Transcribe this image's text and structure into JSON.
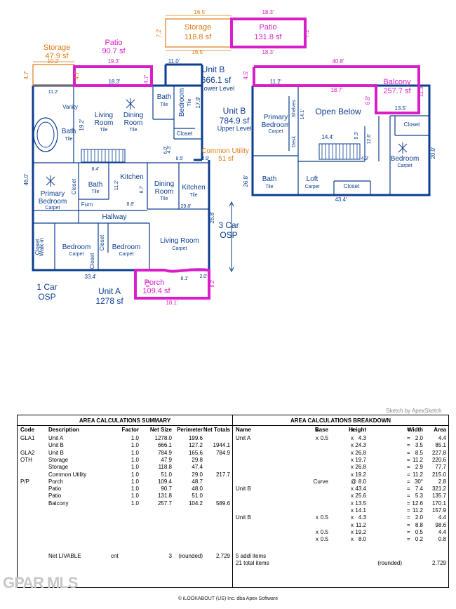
{
  "floorplan": {
    "unit_a": {
      "title": "Unit A",
      "area": "1278 sf"
    },
    "unit_b_lower": {
      "title": "Unit B",
      "area": "666.1 sf",
      "level": "Lower Level"
    },
    "unit_b_upper": {
      "title": "Unit B",
      "area": "784.9 sf",
      "level": "Upper Level"
    },
    "storage1": {
      "title": "Storage",
      "area": "47.9 sf"
    },
    "storage2": {
      "title": "Storage",
      "area": "118.8 sf"
    },
    "patio1": {
      "title": "Patio",
      "area": "90.7 sf"
    },
    "patio2": {
      "title": "Patio",
      "area": "131.8 sf"
    },
    "balcony": {
      "title": "Balcony",
      "area": "257.7 sf"
    },
    "porch": {
      "title": "Porch",
      "area": "109.4 sf"
    },
    "common_utility": {
      "title": "Common Utility",
      "area": "51 sf"
    },
    "osp3": {
      "line1": "3 Car",
      "line2": "OSP"
    },
    "osp1": {
      "line1": "1 Car",
      "line2": "OSP"
    },
    "rooms": {
      "living_room": "Living",
      "living_room2": "Room",
      "tile": "Tile",
      "carpet": "Carpet",
      "dining": "Dining",
      "room": "Room",
      "bath": "Bath",
      "vanity": "Vanity",
      "bedroom": "Bedroom",
      "closet": "Closet",
      "kitchen": "Kitchen",
      "hallway": "Hallway",
      "primary": "Primary",
      "furn": "Furn",
      "walkin": "Walk-in",
      "open_below": "Open Below",
      "loft": "Loft",
      "shelves": "Shelves",
      "desk": "Desk"
    },
    "dims": {
      "d16_5a": "16.5'",
      "d18_3a": "18.3'",
      "d7_2a": "7.2'",
      "d7_2b": "7.2'",
      "d16_5b": "16.5'",
      "d18_3b": "18.3'",
      "d10_2": "10.2'",
      "d19_3": "19.3'",
      "d4_7a": "4.7'",
      "d4_7b": "4.7'",
      "d18_3c": "18.3'",
      "d4_7c": "4.7'",
      "d11_0": "11.0'",
      "d11_2a": "11.2'",
      "d17_9": "17.9'",
      "d19_2": "19.2'",
      "d8_4": "8.4'",
      "d11_2b": "11.2'",
      "d8_7": "8.7'",
      "d8_8": "8.8'",
      "d29_8": "29.8'",
      "d8_5": "8.5'",
      "d2_9": "2.9'",
      "d4_3a": "4.3'",
      "d6_0": "6.0'",
      "d46_0": "46.0'",
      "d26_8a": "26.8'",
      "d33_4": "33.4'",
      "d6_2a": "6.2'",
      "d8_1": "8.1'",
      "d2_0": "2.0'",
      "d6_2b": "6.2'",
      "d18_1": "18.1'",
      "d40_8": "40.8'",
      "d4_5": "4.5'",
      "d11_2c": "11.2'",
      "d18_7": "18.7'",
      "d6_8": "6.8'",
      "d13_5": "13.5'",
      "d11_3": "11.3'",
      "d14_1": "14.1'",
      "d14_4": "14.4'",
      "d5_3": "5.3'",
      "d12_6": "12.6'",
      "d4_3b": "4.3'",
      "d20_0": "20.0'",
      "d26_8b": "26.8'",
      "d43_4": "43.4'"
    }
  },
  "credit": "Sketch by ApexSketch",
  "summary": {
    "title": "AREA CALCULATIONS SUMMARY",
    "headers": [
      "Code",
      "Description",
      "Factor",
      "Net Size",
      "Perimeter",
      "Net Totals"
    ],
    "rows": [
      [
        "GLA1",
        "Unit A",
        "1.0",
        "1278.0",
        "199.6",
        ""
      ],
      [
        "",
        "Unit B",
        "1.0",
        "666.1",
        "127.2",
        "1944.1"
      ],
      [
        "GLA2",
        "Unit B",
        "1.0",
        "784.9",
        "165.6",
        "784.9"
      ],
      [
        "OTH",
        "Storage",
        "1.0",
        "47.9",
        "29.8",
        ""
      ],
      [
        "",
        "Storage",
        "1.0",
        "118.8",
        "47.4",
        ""
      ],
      [
        "",
        "Common Utility",
        "1.0",
        "51.0",
        "29.0",
        "217.7"
      ],
      [
        "P/P",
        "Porch",
        "1.0",
        "109.4",
        "48.7",
        ""
      ],
      [
        "",
        "Patio",
        "1.0",
        "90.7",
        "48.0",
        ""
      ],
      [
        "",
        "Patio",
        "1.0",
        "131.8",
        "51.0",
        ""
      ],
      [
        "",
        "Balcony",
        "1.0",
        "257.7",
        "104.2",
        "589.6"
      ]
    ],
    "net": {
      "label": "Net LIVABLE",
      "cnt": "cnt",
      "count": "3",
      "rounded": "(rounded)",
      "total": "2,729"
    }
  },
  "breakdown": {
    "title": "AREA CALCULATIONS BREAKDOWN",
    "headers": [
      "Name",
      "Base",
      "x",
      "Height",
      "x",
      "Width",
      "=",
      "Area"
    ],
    "rows": [
      [
        "Unit A",
        "0.5",
        "x",
        "4.3",
        "x",
        "2.0",
        "=",
        "4.4"
      ],
      [
        "",
        "",
        "",
        "24.3",
        "x",
        "3.5",
        "=",
        "85.1"
      ],
      [
        "",
        "",
        "",
        "26.8",
        "x",
        "8.5",
        "=",
        "227.8"
      ],
      [
        "",
        "",
        "",
        "19.7",
        "x",
        "11.2",
        "=",
        "220.6"
      ],
      [
        "",
        "",
        "",
        "26.8",
        "x",
        "2.9",
        "=",
        "77.7"
      ],
      [
        "",
        "",
        "",
        "19.2",
        "x",
        "11.2",
        "=",
        "215.0"
      ],
      [
        "",
        "Curve",
        "",
        "8.0",
        "@",
        "30°",
        "=",
        "2.8"
      ],
      [
        "Unit B",
        "",
        "",
        "43.4",
        "x",
        "7.4",
        "=",
        "321.2"
      ],
      [
        "",
        "",
        "",
        "25.6",
        "x",
        "5.3",
        "=",
        "135.7"
      ],
      [
        "",
        "",
        "",
        "13.5",
        "x",
        "12.6",
        "=",
        "170.1"
      ],
      [
        "",
        "",
        "",
        "14.1",
        "x",
        "11.2",
        "=",
        "157.9"
      ],
      [
        "Unit B",
        "0.5",
        "x",
        "4.3",
        "x",
        "2.0",
        "=",
        "4.4"
      ],
      [
        "",
        "",
        "",
        "11.2",
        "x",
        "8.8",
        "=",
        "98.6"
      ],
      [
        "",
        "0.5",
        "x",
        "19.2",
        "x",
        "0.5",
        "=",
        "4.4"
      ],
      [
        "",
        "0.5",
        "x",
        "8.0",
        "x",
        "0.2",
        "=",
        "0.8"
      ]
    ],
    "addl": "5 addl items",
    "total_items": "21 total items",
    "rounded": "(rounded)",
    "total": "2,729"
  },
  "logo": "GPAR MLS",
  "footer": "© iLOOKABOUT (US) Inc. dba Apex Software"
}
